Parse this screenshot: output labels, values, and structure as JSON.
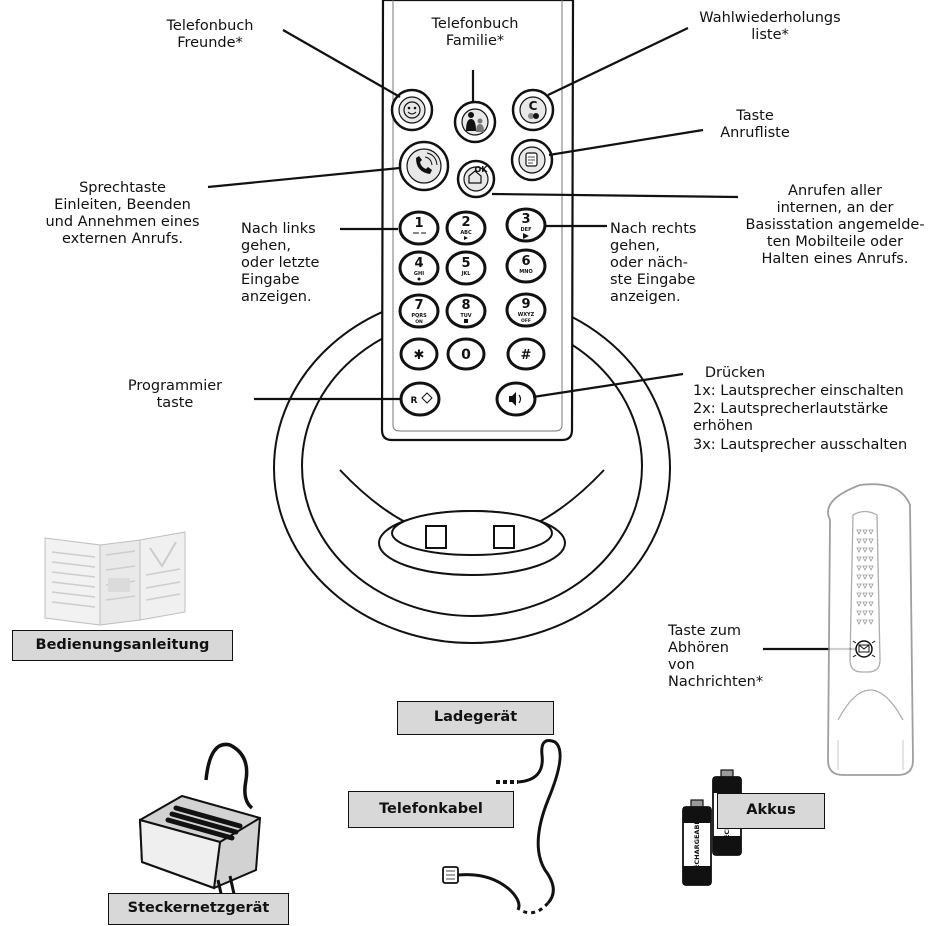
{
  "labels": {
    "phonebook_friends": "Telefonbuch\nFreunde*",
    "phonebook_family": "Telefonbuch\nFamilie*",
    "redial_list": "Wahlwiederholungs\nliste*",
    "call_list_key": "Taste\nAnrufliste",
    "talk_key": "Sprechtaste\nEinleiten, Beenden\nund Annehmen eines\nexternen Anrufs.",
    "call_all": "Anrufen aller\ninternen, an der\nBasisstation angemelde-\nten Mobilteile oder\nHalten eines Anrufs.",
    "left_nav": "Nach links\ngehen,\noder letzte\nEingabe\nanzeigen.",
    "right_nav": "Nach rechts\ngehen,\noder näch-\nste Eingabe\nanzeigen.",
    "program_key": "Programmier\ntaste",
    "speaker_press": "Drücken",
    "speaker_1": "1x: Lautsprecher einschalten",
    "speaker_2": "2x: Lautsprecherlautstärke\n       erhöhen",
    "speaker_3": "3x: Lautsprecher ausschalten",
    "message_key": "Taste zum\nAbhören\nvon\nNachrichten*"
  },
  "boxes": {
    "manual": "Bedienungsanleitung",
    "charger": "Ladegerät",
    "power_adapter": "Steckernetzgerät",
    "phone_cable": "Telefonkabel",
    "batteries": "Akkus"
  },
  "keys": {
    "k1": "1",
    "k2": "2",
    "k3": "3",
    "k4": "4",
    "k5": "5",
    "k6": "6",
    "k7": "7",
    "k8": "8",
    "k9": "9",
    "kstar": "✱",
    "k0": "0",
    "khash": "#",
    "k2_sub": "ABC",
    "k3_sub": "DEF",
    "k4_sub": "GHI",
    "k5_sub": "JKL",
    "k6_sub": "MNO",
    "k7_sub": "PQRS",
    "k8_sub": "TUV",
    "k9_sub": "WXYZ",
    "k7_sub2": "ON",
    "k9_sub2": "OFF",
    "ok": "OK",
    "c": "C",
    "r": "R"
  },
  "battery_text": "RECHARGEABLE"
}
